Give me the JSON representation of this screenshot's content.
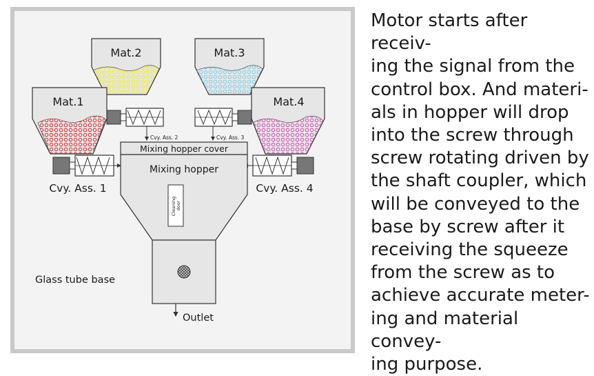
{
  "diagram": {
    "hoppers": [
      {
        "label": "Mat.1",
        "color": "#e0262b"
      },
      {
        "label": "Mat.2",
        "color": "#f2ee1a"
      },
      {
        "label": "Mat.3",
        "color": "#7cd0e8"
      },
      {
        "label": "Mat.4",
        "color": "#d64bb4"
      }
    ],
    "conveyors": [
      "Cvy. Ass. 1",
      "Cvy. Ass. 2",
      "Cvy. Ass. 3",
      "Cvy. Ass. 4"
    ],
    "mixing_hopper_cover": "Mixing hopper cover",
    "mixing_hopper": "Mixing hopper",
    "cleaning_door": [
      "Cleaning",
      "door"
    ],
    "glass_tube_base": "Glass tube base",
    "outlet": "Outlet"
  },
  "description_lines": [
    "Motor starts after receiv-",
    "ing the signal from the",
    "control box. And materi-",
    "als in hopper will drop",
    "into the screw through",
    "screw rotating driven by",
    "the shaft coupler, which",
    "will be conveyed to the",
    "base by screw after it",
    "receiving the squeeze",
    "from the screw as to",
    "achieve accurate meter-",
    "ing and material convey-",
    "ing purpose."
  ],
  "colors": {
    "panel_border": "#c9c9c9",
    "fill_gray": "#e6e6e6",
    "outline": "#333333",
    "motor": "#777777"
  }
}
